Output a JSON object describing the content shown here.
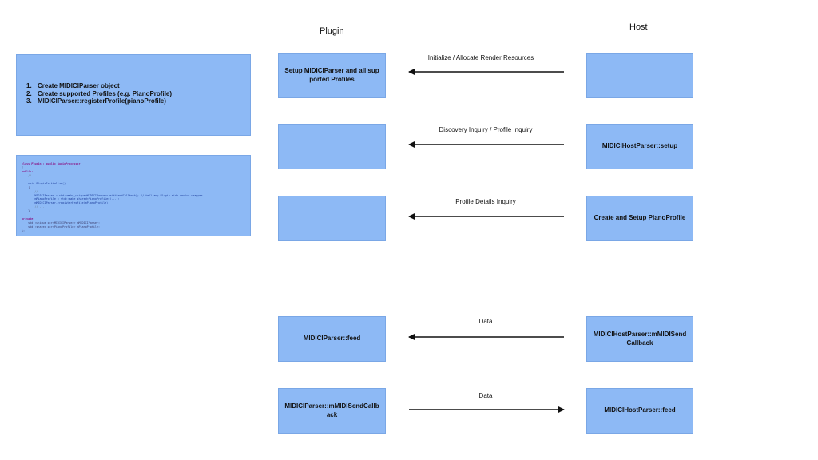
{
  "headers": {
    "plugin": "Plugin",
    "host": "Host"
  },
  "steps_note": {
    "items": [
      {
        "num": "1.",
        "text": "Create MIDICIParser object"
      },
      {
        "num": "2.",
        "text": "Create supported Profiles (e.g. PianoProfile)"
      },
      {
        "num": "3.",
        "text": "MIDICIParser::registerProfile(pianoProfile)"
      }
    ]
  },
  "code_snippet": {
    "lines": [
      "class Plugin : public AudioProcessor",
      "{",
      "public:",
      "    // ...",
      "",
      "    void PluginInitialize()",
      "    {",
      "        // ...",
      "        MIDICIParser = std::make_unique<MIDICIParser>(midiSendCallback); // tell any Plugin-side device wrapper",
      "        mPianoProfile = std::make_shared<PianoProfile>(...);",
      "        mMIDICIParser->registerProfile(mPianoProfile);",
      "        // ...",
      "    }",
      "",
      "private:",
      "    std::unique_ptr<MIDICIParser> mMIDICIParser;",
      "    std::shared_ptr<PianoProfile> mPianoProfile;",
      "};"
    ]
  },
  "rows": [
    {
      "plugin_box": "Setup MIDICIParser and all supported Profiles",
      "host_box": "",
      "arrow_label": "Initialize / Allocate Render Resources",
      "direction": "host-to-plugin"
    },
    {
      "plugin_box": "",
      "host_box": "MIDICIHostParser::setup",
      "arrow_label": "Discovery Inquiry / Profile Inquiry",
      "direction": "host-to-plugin"
    },
    {
      "plugin_box": "",
      "host_box": "Create and Setup PianoProfile",
      "arrow_label": "Profile Details Inquiry",
      "direction": "host-to-plugin"
    },
    {
      "plugin_box": "MIDICIParser::feed",
      "host_box": "MIDICIHostParser::mMIDISendCallback",
      "arrow_label": "Data",
      "direction": "host-to-plugin"
    },
    {
      "plugin_box": "MIDICIParser::mMIDISendCallback",
      "host_box": "MIDICIHostParser::feed",
      "arrow_label": "Data",
      "direction": "plugin-to-host"
    }
  ],
  "colors": {
    "box_fill": "#8db9f5",
    "arrow": "#111111"
  }
}
